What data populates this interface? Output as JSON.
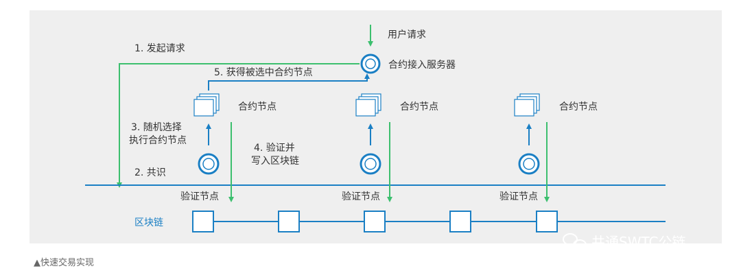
{
  "colors": {
    "panel_bg": "#efefef",
    "blue": "#1a7fc4",
    "green": "#3cbf6e",
    "text": "#333333"
  },
  "labels": {
    "user_request": "用户请求",
    "contract_server": "合约接入服务器",
    "step1": "1. 发起请求",
    "step5": "5. 获得被选中合约节点",
    "contract_node": "合约节点",
    "step3_line1": "3. 随机选择",
    "step3_line2": "执行合约节点",
    "step4_line1": "4. 验证并",
    "step4_line2": "写入区块链",
    "step2": "2. 共识",
    "verify_node": "验证节点",
    "blockchain": "区块链"
  },
  "watermark": "井通SWTC公链",
  "caption": "▲快速交易实现",
  "icons": [
    "arrow-down-icon",
    "server-circle-icon",
    "document-stack-icon",
    "arrow-up-icon",
    "node-circle-icon",
    "block-square-icon",
    "wechat-icon"
  ]
}
